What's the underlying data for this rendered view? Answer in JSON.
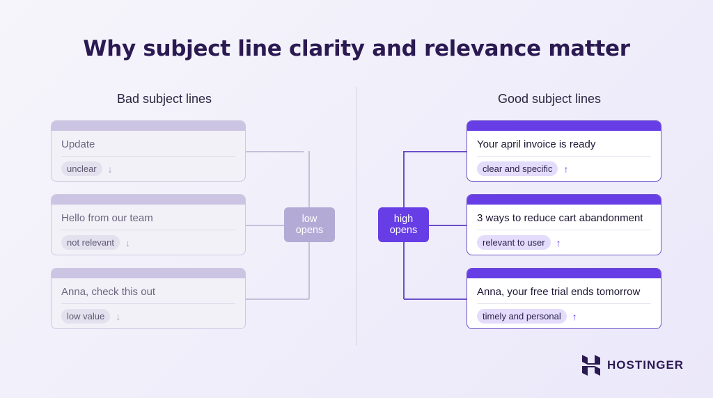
{
  "title": "Why subject line clarity and relevance matter",
  "bad": {
    "heading": "Bad subject lines",
    "node": {
      "line1": "low",
      "line2": "opens"
    },
    "items": [
      {
        "subject": "Update",
        "tag": "unclear"
      },
      {
        "subject": "Hello from our team",
        "tag": "not relevant"
      },
      {
        "subject": "Anna, check this out",
        "tag": "low value"
      }
    ],
    "arrow": "↓"
  },
  "good": {
    "heading": "Good subject lines",
    "node": {
      "line1": "high",
      "line2": "opens"
    },
    "items": [
      {
        "subject": "Your april invoice is ready",
        "tag": "clear and specific"
      },
      {
        "subject": "3 ways to reduce cart abandonment",
        "tag": "relevant to user"
      },
      {
        "subject": "Anna, your free trial ends tomorrow",
        "tag": "timely and personal"
      }
    ],
    "arrow": "↑"
  },
  "logo": "HOSTINGER",
  "colors": {
    "accent": "#673de6",
    "muted": "#b3aad6",
    "title": "#2b1a52"
  }
}
